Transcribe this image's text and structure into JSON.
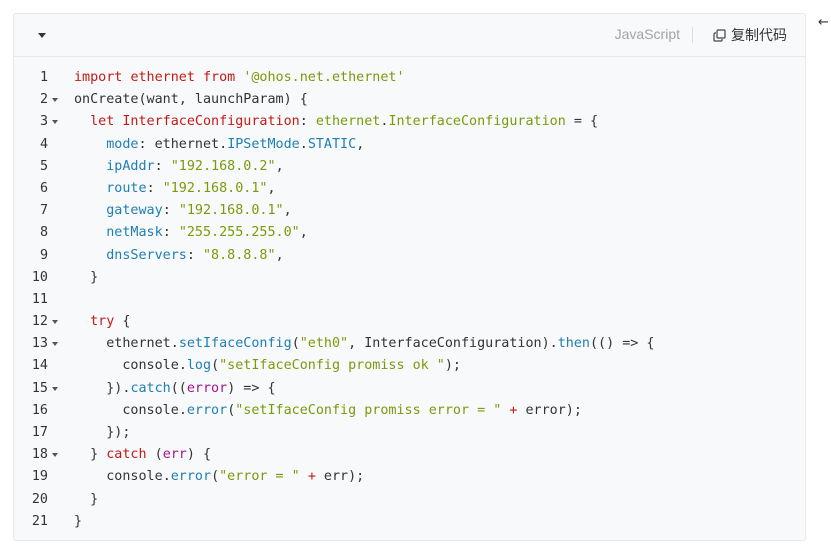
{
  "toolbar": {
    "language": "JavaScript",
    "copy_label": "复制代码"
  },
  "side_glyph": "←",
  "code_lines": [
    {
      "n": "1",
      "fold": false,
      "tokens": [
        {
          "t": "import ",
          "c": "kw"
        },
        {
          "t": "ethernet ",
          "c": "kw"
        },
        {
          "t": "from ",
          "c": "kw"
        },
        {
          "t": "'@ohos.net.ethernet'",
          "c": "str"
        }
      ]
    },
    {
      "n": "2",
      "fold": true,
      "tokens": [
        {
          "t": "onCreate(want, launchParam) {",
          "c": "plain"
        }
      ]
    },
    {
      "n": "3",
      "fold": true,
      "tokens": [
        {
          "t": "  ",
          "c": "plain"
        },
        {
          "t": "let ",
          "c": "kw"
        },
        {
          "t": "InterfaceConfiguration",
          "c": "kw"
        },
        {
          "t": ": ",
          "c": "plain"
        },
        {
          "t": "ethernet",
          "c": "str"
        },
        {
          "t": ".",
          "c": "plain"
        },
        {
          "t": "InterfaceConfiguration ",
          "c": "str"
        },
        {
          "t": "= {",
          "c": "plain"
        }
      ]
    },
    {
      "n": "4",
      "fold": false,
      "tokens": [
        {
          "t": "    ",
          "c": "plain"
        },
        {
          "t": "mode",
          "c": "prop"
        },
        {
          "t": ": ethernet.",
          "c": "plain"
        },
        {
          "t": "IPSetMode",
          "c": "prop"
        },
        {
          "t": ".",
          "c": "plain"
        },
        {
          "t": "STATIC",
          "c": "prop"
        },
        {
          "t": ",",
          "c": "plain"
        }
      ]
    },
    {
      "n": "5",
      "fold": false,
      "tokens": [
        {
          "t": "    ",
          "c": "plain"
        },
        {
          "t": "ipAddr",
          "c": "prop"
        },
        {
          "t": ": ",
          "c": "plain"
        },
        {
          "t": "\"192.168.0.2\"",
          "c": "str"
        },
        {
          "t": ",",
          "c": "plain"
        }
      ]
    },
    {
      "n": "6",
      "fold": false,
      "tokens": [
        {
          "t": "    ",
          "c": "plain"
        },
        {
          "t": "route",
          "c": "prop"
        },
        {
          "t": ": ",
          "c": "plain"
        },
        {
          "t": "\"192.168.0.1\"",
          "c": "str"
        },
        {
          "t": ",",
          "c": "plain"
        }
      ]
    },
    {
      "n": "7",
      "fold": false,
      "tokens": [
        {
          "t": "    ",
          "c": "plain"
        },
        {
          "t": "gateway",
          "c": "prop"
        },
        {
          "t": ": ",
          "c": "plain"
        },
        {
          "t": "\"192.168.0.1\"",
          "c": "str"
        },
        {
          "t": ",",
          "c": "plain"
        }
      ]
    },
    {
      "n": "8",
      "fold": false,
      "tokens": [
        {
          "t": "    ",
          "c": "plain"
        },
        {
          "t": "netMask",
          "c": "prop"
        },
        {
          "t": ": ",
          "c": "plain"
        },
        {
          "t": "\"255.255.255.0\"",
          "c": "str"
        },
        {
          "t": ",",
          "c": "plain"
        }
      ]
    },
    {
      "n": "9",
      "fold": false,
      "tokens": [
        {
          "t": "    ",
          "c": "plain"
        },
        {
          "t": "dnsServers",
          "c": "prop"
        },
        {
          "t": ": ",
          "c": "plain"
        },
        {
          "t": "\"8.8.8.8\"",
          "c": "str"
        },
        {
          "t": ",",
          "c": "plain"
        }
      ]
    },
    {
      "n": "10",
      "fold": false,
      "tokens": [
        {
          "t": "  }",
          "c": "plain"
        }
      ]
    },
    {
      "n": "11",
      "fold": false,
      "tokens": []
    },
    {
      "n": "12",
      "fold": true,
      "tokens": [
        {
          "t": "  ",
          "c": "plain"
        },
        {
          "t": "try ",
          "c": "kw"
        },
        {
          "t": "{",
          "c": "plain"
        }
      ]
    },
    {
      "n": "13",
      "fold": true,
      "tokens": [
        {
          "t": "    ",
          "c": "plain"
        },
        {
          "t": "ethernet",
          "c": "plain"
        },
        {
          "t": ".",
          "c": "plain"
        },
        {
          "t": "setIfaceConfig",
          "c": "prop"
        },
        {
          "t": "(",
          "c": "plain"
        },
        {
          "t": "\"eth0\"",
          "c": "str"
        },
        {
          "t": ", InterfaceConfiguration).",
          "c": "plain"
        },
        {
          "t": "then",
          "c": "prop"
        },
        {
          "t": "(() => {",
          "c": "plain"
        }
      ]
    },
    {
      "n": "14",
      "fold": false,
      "tokens": [
        {
          "t": "      ",
          "c": "plain"
        },
        {
          "t": "console",
          "c": "plain"
        },
        {
          "t": ".",
          "c": "plain"
        },
        {
          "t": "log",
          "c": "prop"
        },
        {
          "t": "(",
          "c": "plain"
        },
        {
          "t": "\"setIfaceConfig promiss ok \"",
          "c": "str"
        },
        {
          "t": ");",
          "c": "plain"
        }
      ]
    },
    {
      "n": "15",
      "fold": true,
      "tokens": [
        {
          "t": "    }).",
          "c": "plain"
        },
        {
          "t": "catch",
          "c": "prop"
        },
        {
          "t": "((",
          "c": "plain"
        },
        {
          "t": "error",
          "c": "kw2"
        },
        {
          "t": ") => {",
          "c": "plain"
        }
      ]
    },
    {
      "n": "16",
      "fold": false,
      "tokens": [
        {
          "t": "      ",
          "c": "plain"
        },
        {
          "t": "console",
          "c": "plain"
        },
        {
          "t": ".",
          "c": "plain"
        },
        {
          "t": "error",
          "c": "prop"
        },
        {
          "t": "(",
          "c": "plain"
        },
        {
          "t": "\"setIfaceConfig promiss error = \"",
          "c": "str"
        },
        {
          "t": " ",
          "c": "plain"
        },
        {
          "t": "+",
          "c": "kw"
        },
        {
          "t": " error);",
          "c": "plain"
        }
      ]
    },
    {
      "n": "17",
      "fold": false,
      "tokens": [
        {
          "t": "    });",
          "c": "plain"
        }
      ]
    },
    {
      "n": "18",
      "fold": true,
      "tokens": [
        {
          "t": "  } ",
          "c": "plain"
        },
        {
          "t": "catch ",
          "c": "kw"
        },
        {
          "t": "(",
          "c": "plain"
        },
        {
          "t": "err",
          "c": "kw2"
        },
        {
          "t": ") {",
          "c": "plain"
        }
      ]
    },
    {
      "n": "19",
      "fold": false,
      "tokens": [
        {
          "t": "    ",
          "c": "plain"
        },
        {
          "t": "console",
          "c": "plain"
        },
        {
          "t": ".",
          "c": "plain"
        },
        {
          "t": "error",
          "c": "prop"
        },
        {
          "t": "(",
          "c": "plain"
        },
        {
          "t": "\"error = \"",
          "c": "str"
        },
        {
          "t": " ",
          "c": "plain"
        },
        {
          "t": "+",
          "c": "kw"
        },
        {
          "t": " err);",
          "c": "plain"
        }
      ]
    },
    {
      "n": "20",
      "fold": false,
      "tokens": [
        {
          "t": "  }",
          "c": "plain"
        }
      ]
    },
    {
      "n": "21",
      "fold": false,
      "tokens": [
        {
          "t": "}",
          "c": "plain"
        }
      ]
    }
  ]
}
